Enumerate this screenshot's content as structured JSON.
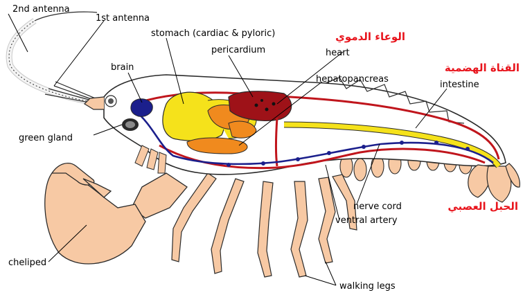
{
  "labels": {
    "antenna2": "2nd antenna",
    "antenna1": "1st antenna",
    "stomach": "stomach (cardiac & pyloric)",
    "pericardium": "pericardium",
    "brain": "brain",
    "heart": "heart",
    "hepatopancreas": "hepatopancreas",
    "intestine": "intestine",
    "green_gland": "green gland",
    "nerve_cord": "nerve cord",
    "ventral_artery": "ventral artery",
    "cheliped": "cheliped",
    "walking_legs": "walking legs"
  },
  "arabic_labels": {
    "heart": "الوعاء الدموي",
    "digestive": "القناة الهضمية",
    "nerve": "الحبل العصبي"
  },
  "colors": {
    "body_fill": "#ffffff",
    "limb_fill": "#f7c9a4",
    "outline": "#2a2a2a",
    "blood_red": "#c0151c",
    "blood_blue": "#1b1f8c",
    "stomach_yellow": "#f5e21b",
    "hepato_orange": "#f08a1e",
    "heart_dark_red": "#9e1218",
    "arabic_red": "#e8141c"
  }
}
